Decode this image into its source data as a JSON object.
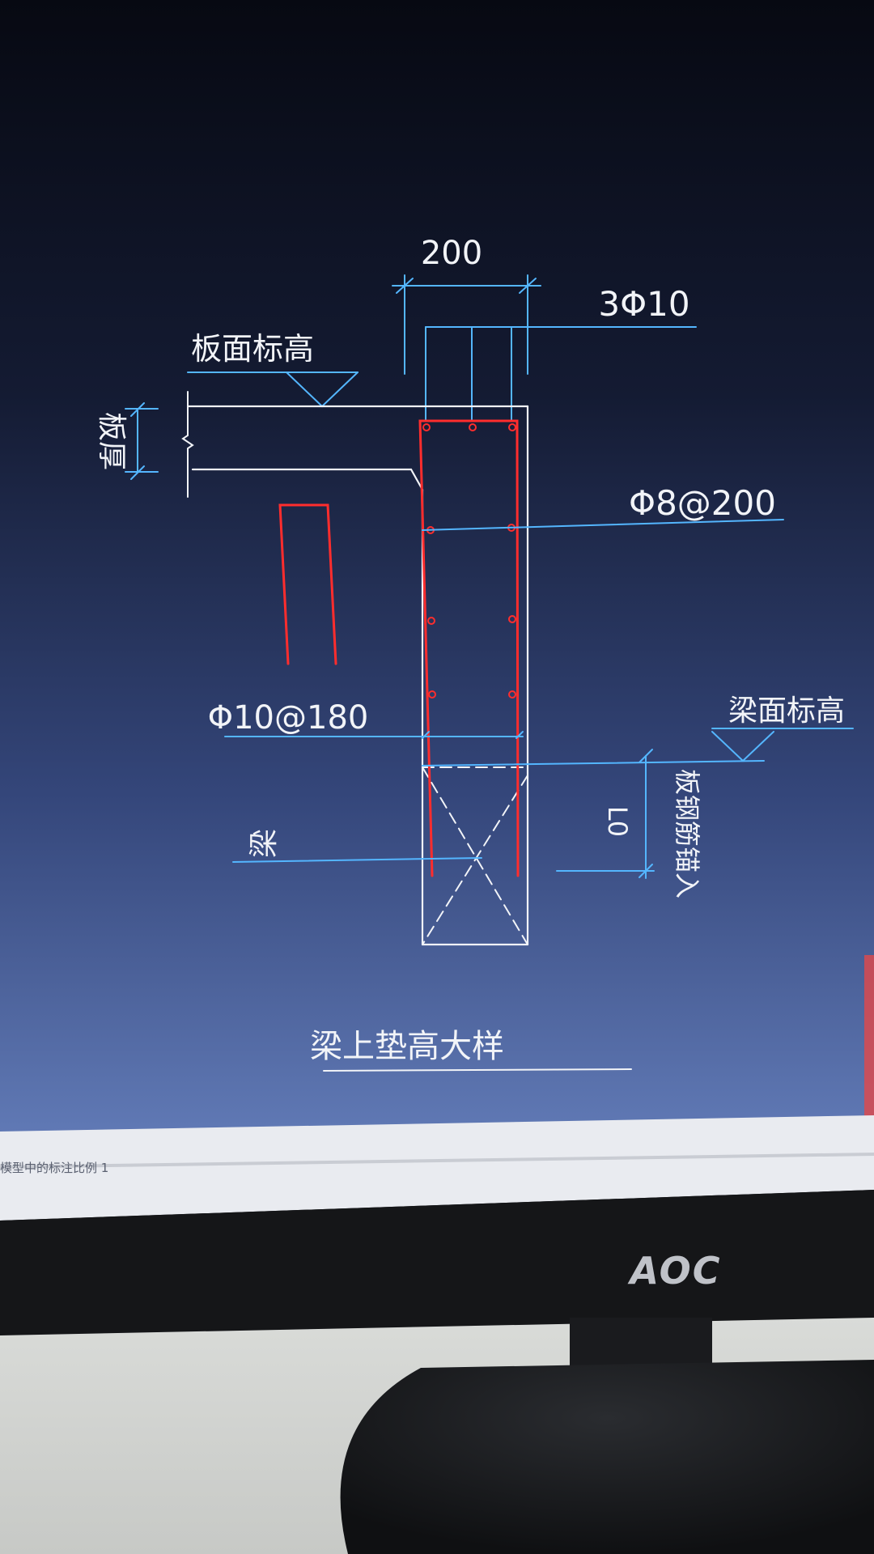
{
  "drawing": {
    "dim_width": "200",
    "top_bars": "3Φ10",
    "slab_top_elev": "板面标高",
    "slab_thickness": "板厚",
    "stirrups": "Φ8@200",
    "ties": "Φ10@180",
    "beam_top_elev": "梁面标高",
    "beam": "梁",
    "anchor_length": "L0",
    "anchor_note": "板钢筋锚入",
    "title": "梁上垫高大样"
  },
  "status_bar": {
    "text": "模型中的标注比例 1"
  },
  "monitor": {
    "brand": "AOC"
  },
  "colors": {
    "cad_background_top": "#0a0d1a",
    "cad_background_bottom": "#5f78b4",
    "line_white": "#f2f4f8",
    "dimension_blue": "#54b6ff",
    "rebar_red": "#ff2d2d",
    "status_bar": "#e9ebf0",
    "monitor_bezel": "#151618"
  }
}
